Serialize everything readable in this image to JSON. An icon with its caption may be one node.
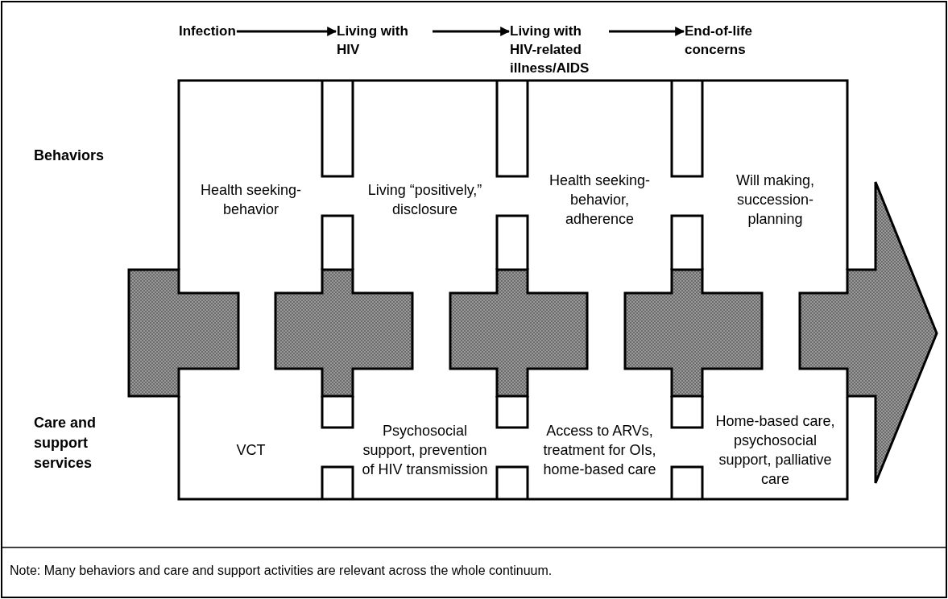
{
  "diagram": {
    "caption": "Note: Many behaviors and care and support activities are relevant across the whole continuum.",
    "nodes": [
      {
        "text": [
          "Infection"
        ]
      },
      {
        "text": [
          "Living with HIV"
        ]
      },
      {
        "text": [
          "Living with HIV-related illness/AIDS"
        ]
      },
      {
        "text": [
          "End-of-life concerns"
        ]
      },
      {
        "text": [
          "Health seeking-behavior"
        ]
      },
      {
        "text": [
          "Living “positively,” disclosure"
        ]
      },
      {
        "text": [
          "Health seeking-behavior, adherence"
        ]
      },
      {
        "text": [
          "Will making, succession-planning"
        ]
      },
      {
        "text": [
          "VCT"
        ]
      },
      {
        "text": [
          "Psychosocial support, prevention of HIV transmission"
        ]
      },
      {
        "text": [
          "Access to ARVs, treatment for OIs, home-based care"
        ]
      },
      {
        "text": [
          "Home-based care, psychosocial support, palliative care"
        ]
      }
    ],
    "edges": [
      {
        "from": 0,
        "to": 1,
        "arrow": "to"
      },
      {
        "from": 1,
        "to": 2,
        "arrow": "to"
      },
      {
        "from": 2,
        "to": 3,
        "arrow": "to"
      }
    ],
    "labels": [
      "Behaviors",
      "Care and support services"
    ]
  }
}
